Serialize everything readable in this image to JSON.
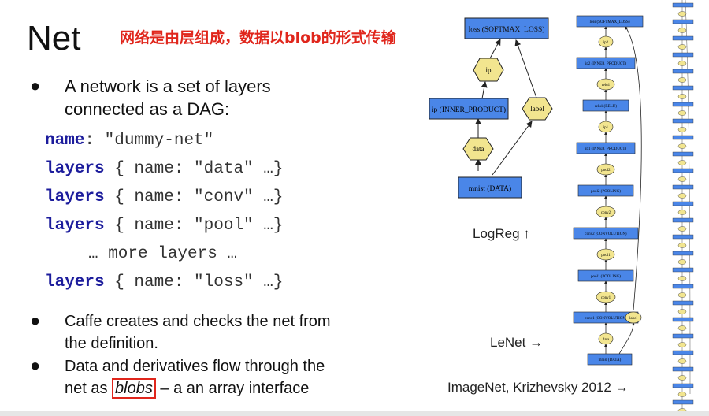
{
  "slide": {
    "title": "Net",
    "subtitle": "网络是由层组成，数据以blob的形式传输",
    "bullets": {
      "first_line1": "A network is a set of layers",
      "first_line2": "connected as a DAG:",
      "second_line1": "Caffe creates and checks the net from",
      "second_line2": "the definition.",
      "third_line1": "Data and derivatives flow through the",
      "third_prefix": "net as ",
      "third_blob": "blobs",
      "third_suffix": " – a an array interface"
    },
    "code": {
      "name_kw": "name",
      "name_rest": ": \"dummy-net\"",
      "layer_kw": "layers",
      "l1_rest": " { name: \"data\" …}",
      "l2_rest": " { name: \"conv\" …}",
      "l3_rest": " { name: \"pool\" …}",
      "more": "… more layers …",
      "l4_rest": " { name: \"loss\" …}"
    },
    "captions": {
      "logreg": "LogReg ↑",
      "lenet": "LeNet →",
      "imagenet": "ImageNet, Krizhevsky 2012 →"
    }
  },
  "logreg_graph": {
    "loss": "loss (SOFTMAX_LOSS)",
    "ip_blob": "ip",
    "ip_layer": "ip (INNER_PRODUCT)",
    "label": "label",
    "data": "data",
    "mnist": "mnist (DATA)"
  },
  "lenet_graph": {
    "loss": "loss (SOFTMAX_LOSS)",
    "ip2_blob": "ip2",
    "ip2": "ip2 (INNER_PRODUCT)",
    "relu1_blob": "relu1",
    "relu1": "relu1 (RELU)",
    "ip1_blob": "ip1",
    "ip1": "ip1 (INNER_PRODUCT)",
    "pool2_blob": "pool2",
    "pool2": "pool2 (POOLING)",
    "conv2_blob": "conv2",
    "conv2": "conv2 (CONVOLUTION)",
    "pool1_blob": "pool1",
    "pool1": "pool1 (POOLING)",
    "conv1_blob": "conv1",
    "conv1": "conv1 (CONVOLUTION)",
    "label": "label",
    "data": "data",
    "mnist": "mnist (DATA)"
  },
  "colors": {
    "layer_fill": "#4a86e8",
    "blob_fill": "#f2e58f",
    "accent_red": "#e0261c",
    "code_keyword": "#1c1c9c"
  }
}
